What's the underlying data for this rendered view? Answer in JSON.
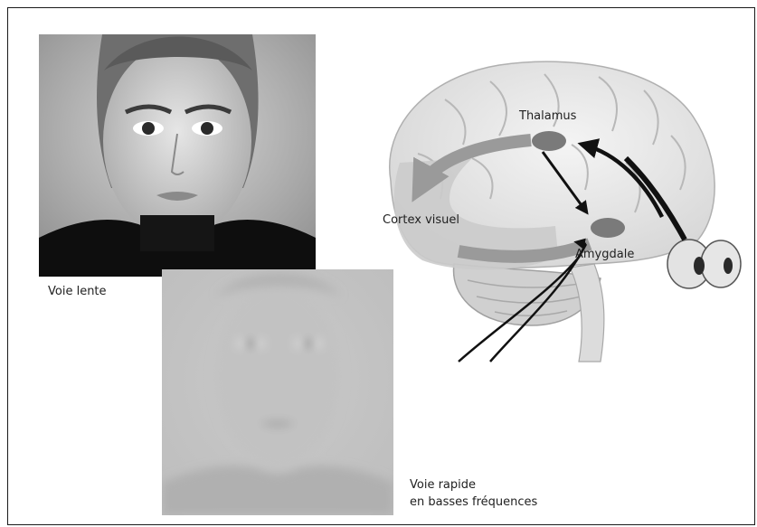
{
  "figure": {
    "photo_slow_caption": "Voie lente",
    "photo_fast_caption_line1": "Voie rapide",
    "photo_fast_caption_line2": "en basses fréquences",
    "labels": {
      "thalamus": "Thalamus",
      "visual_cortex": "Cortex visuel",
      "amygdala": "Amygdale"
    }
  },
  "colors": {
    "pathway_blob": "#cbcbcb",
    "pathway_arrow": "#9a9a9a",
    "nucleus": "#7a7a7a",
    "black_arrow": "#111111"
  }
}
